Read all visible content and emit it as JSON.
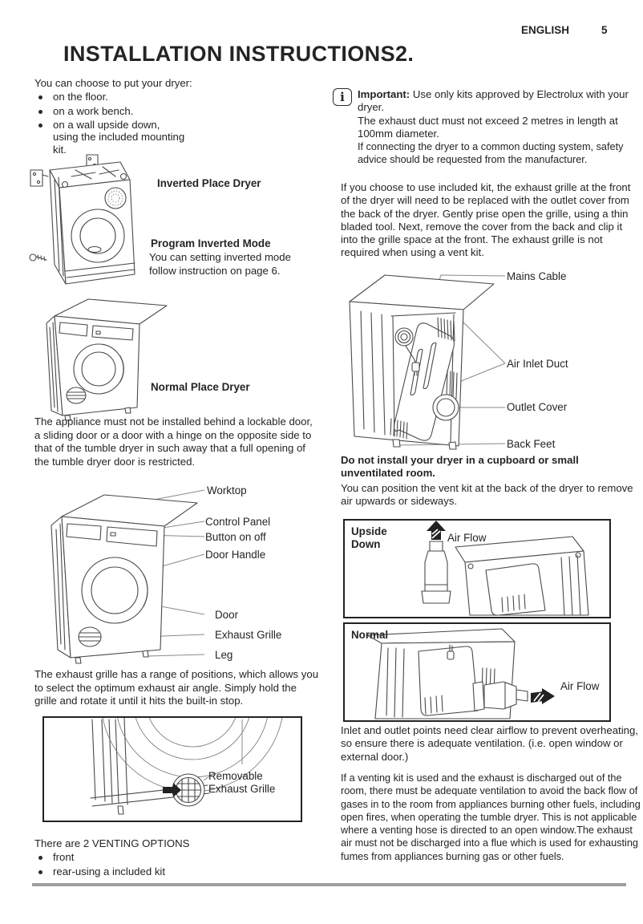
{
  "header": {
    "language": "ENGLISH",
    "page_number": "5"
  },
  "title": "INSTALLATION INSTRUCTIONS2.",
  "left": {
    "intro": "You can choose to put your dryer:",
    "bullets": [
      "on the floor.",
      "on a work bench.",
      "on a wall upside down,"
    ],
    "bullet_cont": [
      "using the included mounting",
      "kit."
    ],
    "inverted_place_label": "Inverted Place Dryer",
    "program_mode_label": "Program Inverted Mode",
    "program_mode_text": "You can setting inverted mode follow instruction on page 6.",
    "normal_place_label": "Normal Place Dryer",
    "appliance_text": "The appliance must not be installed behind a lockable door, a sliding door or a door with a hinge on the opposite side to that of the tumble dryer in such away that a full opening of the tumble dryer door is restricted.",
    "callouts": {
      "worktop": "Worktop",
      "control_panel": "Control Panel",
      "button_on_off": "Button on off",
      "door_handle": "Door Handle",
      "door": "Door",
      "exhaust_grille": "Exhaust Grille",
      "leg": "Leg"
    },
    "grille_text": "The exhaust grille has a range of positions, which allows you to select the optimum exhaust air angle. Simply hold the grille and rotate it until it hits the built-in stop.",
    "removable_grille_label": "Removable Exhaust Grille",
    "venting_heading": "There are 2 VENTING OPTIONS",
    "venting_options": [
      "front",
      "rear-using a included kit"
    ]
  },
  "right": {
    "important_label": "Important:",
    "important_text": "Use only kits approved by Electrolux with your dryer.",
    "important_line2": "The exhaust duct must not exceed 2 metres in length at 100mm diameter.",
    "important_line3": "If connecting the dryer to a common ducting system, safety advice should be requested from the manufacturer.",
    "included_kit_text": "If you choose to use included kit, the exhaust grille at the front of the dryer will need to be replaced with the outlet cover from the back of the dryer. Gently prise open the grille, using a thin bladed tool. Next, remove the cover from the back and clip it into the grille space at the front. The exhaust grille is not required when using a vent kit.",
    "back_callouts": {
      "mains_cable": "Mains Cable",
      "air_inlet_duct": "Air Inlet Duct",
      "outlet_cover": "Outlet Cover",
      "back_feet": "Back Feet"
    },
    "cupboard_warning": "Do not install your dryer in a cupboard or small unventilated room.",
    "vent_position_text": "You can position the vent kit at the back of the dryer to remove air upwards or sideways.",
    "upside_down_label": "Upside Down",
    "normal_label": "Normal",
    "air_flow_label": "Air Flow",
    "inlet_outlet_text": "Inlet and outlet points need clear airflow to prevent overheating, so ensure there is adequate ventilation. (i.e. open window or external door.)",
    "venting_kit_text": "If a venting kit is used and the exhaust is discharged out of the room, there must be adequate ventilation to avoid the back flow of gases in to the room from appliances burning other fuels, including open fires, when operating the tumble dryer. This is not applicable where a venting hose is directed to an open window.The exhaust air must not be discharged into a flue which is used for exhausting fumes from appliances burning gas or other fuels."
  }
}
